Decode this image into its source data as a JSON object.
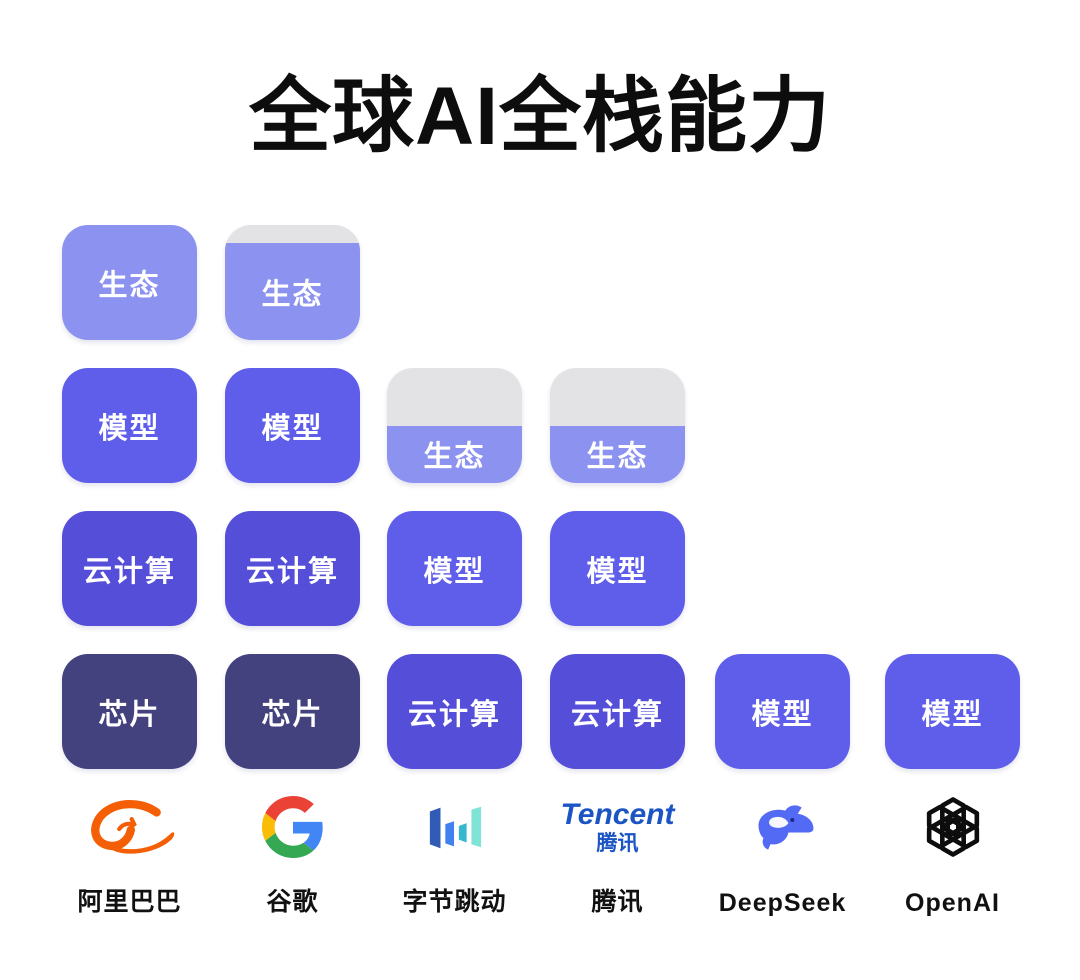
{
  "title": "全球AI全栈能力",
  "colors": {
    "eco_purple": "#8C92F0",
    "model_purple": "#5F5EEA",
    "cloud_purple": "#544ED8",
    "chip_navy": "#43417E",
    "gap_gray": "#E3E3E6",
    "block_text": "#FFFFFF",
    "title_text": "#0D0D0D",
    "alibaba_orange": "#F45F06",
    "tencent_blue": "#1B55C4",
    "deepseek_blue": "#536AF5"
  },
  "logos": {
    "tencent_text": "Tencent",
    "tencent_sub": "腾讯"
  },
  "chart_data": {
    "type": "heatmap",
    "subtype": "stacked-capability-matrix",
    "title": "全球AI全栈能力",
    "layers_top_to_bottom": [
      "生态",
      "模型",
      "云计算",
      "芯片"
    ],
    "legend_position": "none",
    "grid": "off",
    "note_fill_semantics": "filled=1 means full colored block; filled<1 means top portion of the block is gray",
    "companies": [
      {
        "name": "阿里巴巴",
        "logo": "alibaba-logo",
        "blocks": [
          {
            "label": "生态",
            "filled": 1
          },
          {
            "label": "模型",
            "filled": 1
          },
          {
            "label": "云计算",
            "filled": 1
          },
          {
            "label": "芯片",
            "filled": 1
          }
        ]
      },
      {
        "name": "谷歌",
        "logo": "google-logo",
        "blocks": [
          {
            "label": "生态",
            "filled": 0.84
          },
          {
            "label": "模型",
            "filled": 1
          },
          {
            "label": "云计算",
            "filled": 1
          },
          {
            "label": "芯片",
            "filled": 1
          }
        ]
      },
      {
        "name": "字节跳动",
        "logo": "bytedance-logo",
        "blocks": [
          {
            "label": "生态",
            "filled": 0.5
          },
          {
            "label": "模型",
            "filled": 1
          },
          {
            "label": "云计算",
            "filled": 1
          }
        ]
      },
      {
        "name": "腾讯",
        "logo": "tencent-logo",
        "blocks": [
          {
            "label": "生态",
            "filled": 0.5
          },
          {
            "label": "模型",
            "filled": 1
          },
          {
            "label": "云计算",
            "filled": 1
          }
        ]
      },
      {
        "name": "DeepSeek",
        "logo": "deepseek-logo",
        "blocks": [
          {
            "label": "模型",
            "filled": 1
          }
        ]
      },
      {
        "name": "OpenAI",
        "logo": "openai-logo",
        "blocks": [
          {
            "label": "模型",
            "filled": 1
          }
        ]
      }
    ]
  }
}
